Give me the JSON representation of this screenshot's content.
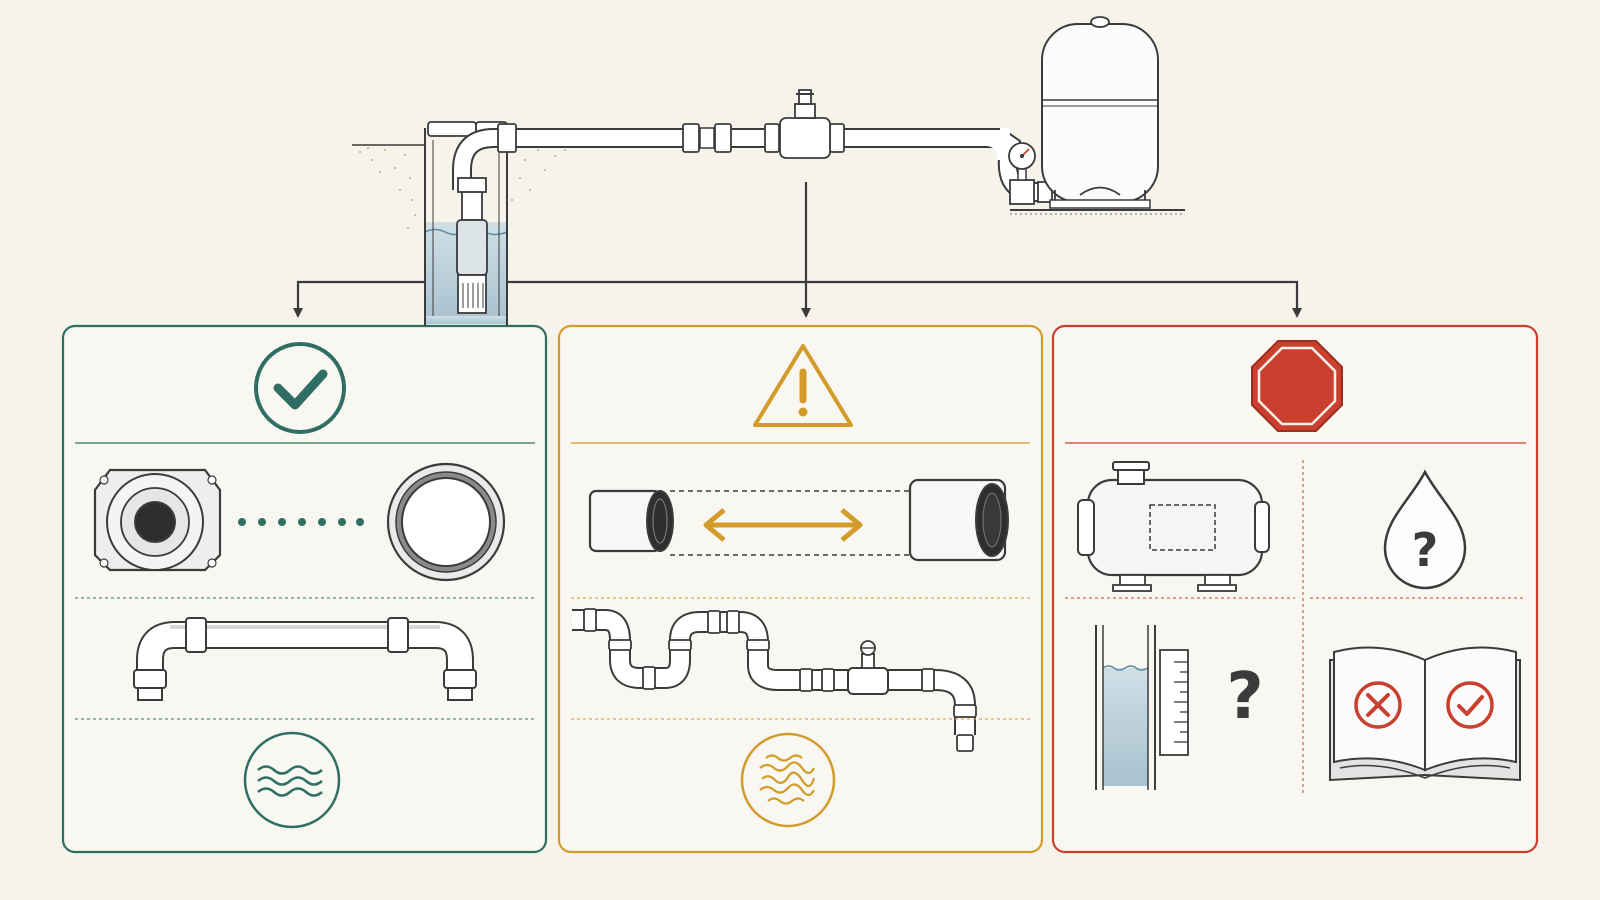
{
  "colors": {
    "background": "#f6f3ea",
    "line": "#3b3b3b",
    "water": "#b9cfd9",
    "good": "#2e6e63",
    "caution": "#d39b2a",
    "stop": "#c9402e"
  },
  "panels": [
    {
      "id": "good",
      "header_icon": "checkmark-circle-icon",
      "rows": [
        "pump-outlet-to-fitting-icon",
        "straight-short-pipe-run-icon",
        "calm-water-icon"
      ]
    },
    {
      "id": "caution",
      "header_icon": "warning-triangle-icon",
      "rows": [
        "pipe-distance-icon",
        "winding-pipe-run-icon",
        "turbulent-water-icon"
      ]
    },
    {
      "id": "stop",
      "header_icon": "stop-octagon-icon",
      "cells": [
        "jet-pump-icon",
        "water-drop-question-icon",
        "well-depth-question-icon",
        "manual-book-icon"
      ]
    }
  ],
  "glyphs": {
    "question_mark": "?",
    "exclamation": "!"
  }
}
